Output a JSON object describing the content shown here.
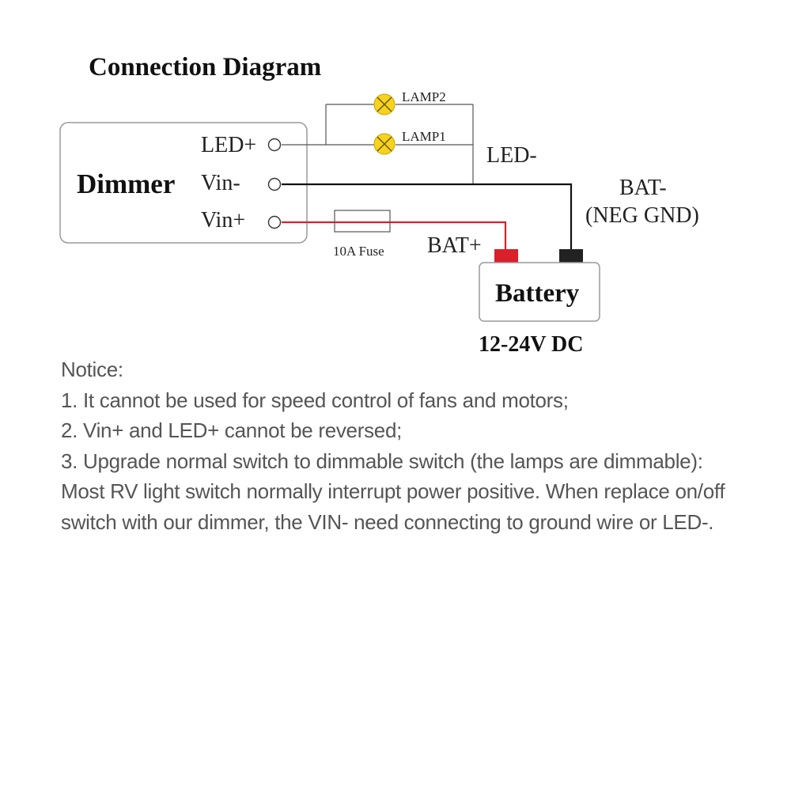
{
  "diagram": {
    "title": "Connection Diagram",
    "dimmer": {
      "label": "Dimmer",
      "terminals": [
        "LED+",
        "Vin-",
        "Vin+"
      ]
    },
    "lamps": [
      "LAMP2",
      "LAMP1"
    ],
    "labels": {
      "led_minus": "LED-",
      "bat_minus": "BAT-",
      "neg_gnd": "(NEG GND)",
      "fuse": "10A Fuse",
      "bat_plus": "BAT+"
    },
    "battery": {
      "label": "Battery",
      "voltage": "12-24V DC"
    },
    "colors": {
      "positive_wire": "#d9202b",
      "negative_wire": "#111111",
      "lamp_fill": "#f7d21e",
      "box_border": "#999999"
    }
  },
  "notice": {
    "heading": "Notice:",
    "lines": [
      "1. It cannot be used for speed control of fans and motors;",
      "2. Vin+ and LED+ cannot be reversed;",
      "3. Upgrade normal switch to dimmable switch (the lamps are dimmable):",
      "Most RV light switch normally interrupt power positive. When replace on/off",
      "switch with our dimmer, the VIN- need connecting to ground wire or LED-."
    ]
  }
}
